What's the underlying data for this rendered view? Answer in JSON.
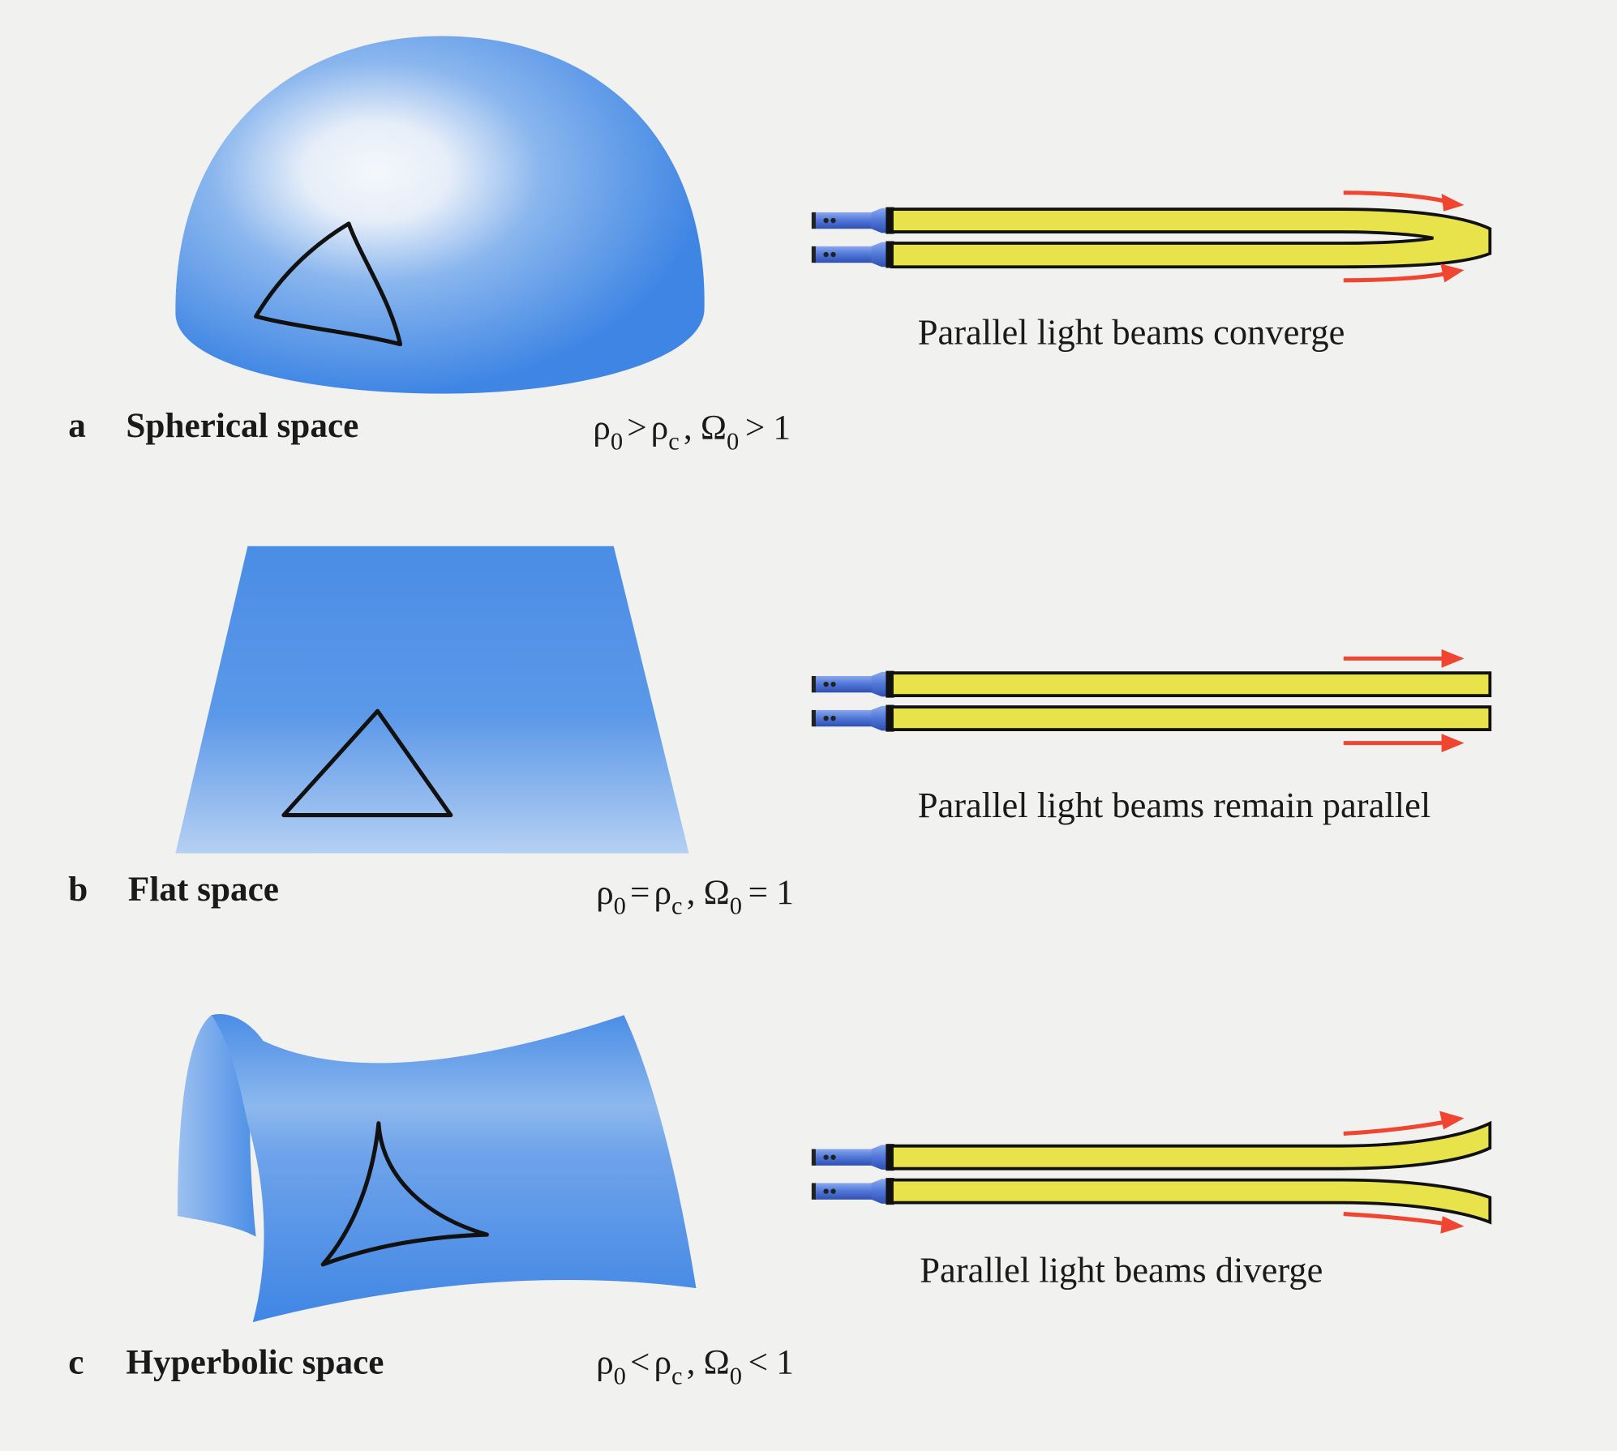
{
  "panels": [
    {
      "letter": "a",
      "title": "Spherical space",
      "caption": "Parallel light beams converge",
      "formula": {
        "rho": "ρ",
        "sub0": "0",
        "op1": ">",
        "rhoc": "ρ",
        "subc": "c",
        "sep": ",",
        "omega": "Ω",
        "sub0b": "0",
        "op2": ">",
        "val": "1"
      }
    },
    {
      "letter": "b",
      "title": "Flat space",
      "caption": "Parallel light beams remain parallel",
      "formula": {
        "rho": "ρ",
        "sub0": "0",
        "op1": "=",
        "rhoc": "ρ",
        "subc": "c",
        "sep": ",",
        "omega": "Ω",
        "sub0b": "0",
        "op2": "=",
        "val": "1"
      }
    },
    {
      "letter": "c",
      "title": "Hyperbolic space",
      "caption": "Parallel light beams diverge",
      "formula": {
        "rho": "ρ",
        "sub0": "0",
        "op1": "<",
        "rhoc": "ρ",
        "subc": "c",
        "sep": ",",
        "omega": "Ω",
        "sub0b": "0",
        "op2": "<",
        "val": "1"
      }
    }
  ],
  "colors": {
    "surface": "#4a8fe6",
    "beam": "#e8e34a",
    "arrow": "#f04530",
    "flashlight": "#5d86e0"
  }
}
